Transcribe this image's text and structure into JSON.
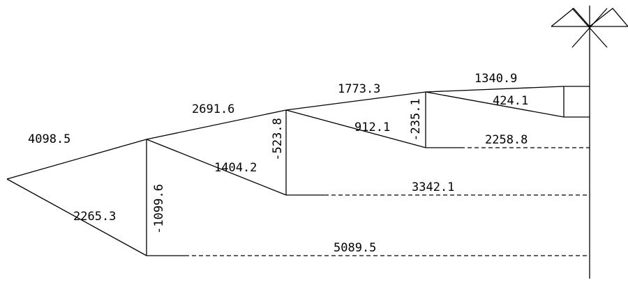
{
  "diagram": {
    "top_chord_forces": [
      "4098.5",
      "2691.6",
      "1773.3",
      "1340.9"
    ],
    "bottom_chord_forces": [
      "2265.3",
      "1404.2",
      "912.1",
      "424.1"
    ],
    "vertical_forces": [
      "-1099.6",
      "-523.8",
      "-235.1"
    ],
    "tie_forces": [
      "5089.5",
      "3342.1",
      "2258.8"
    ]
  }
}
